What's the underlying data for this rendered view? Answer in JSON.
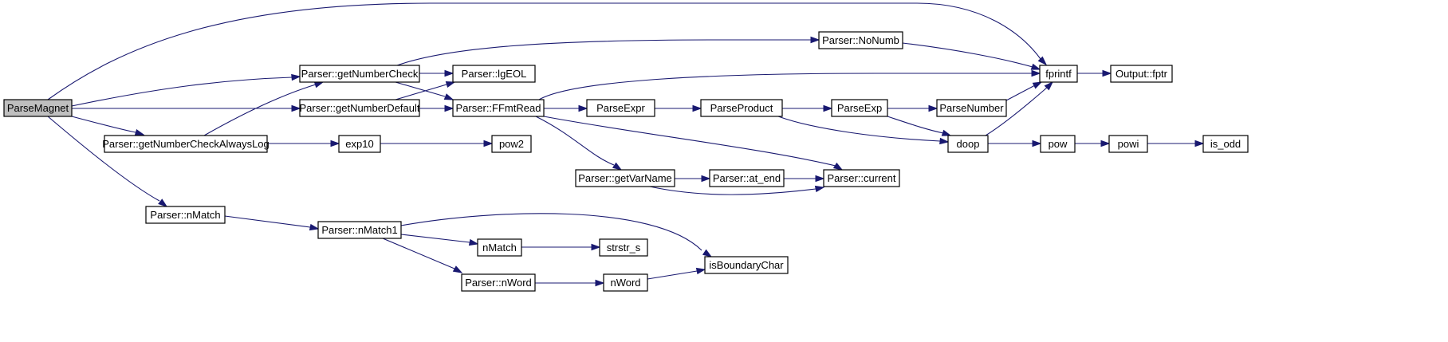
{
  "diagram": {
    "type": "call-graph",
    "colors": {
      "edge": "#191970",
      "node_border": "#000000",
      "node_fill": "#ffffff",
      "root_fill": "#bfbfbf"
    },
    "nodes": [
      {
        "id": "ParseMagnet",
        "label": "ParseMagnet",
        "root": true
      },
      {
        "id": "getNumberCheck",
        "label": "Parser::getNumberCheck"
      },
      {
        "id": "getNumberDefault",
        "label": "Parser::getNumberDefault"
      },
      {
        "id": "getNumberCheckAlwaysLog",
        "label": "Parser::getNumberCheckAlwaysLog"
      },
      {
        "id": "nMatchP",
        "label": "Parser::nMatch"
      },
      {
        "id": "NoNumb",
        "label": "Parser::NoNumb"
      },
      {
        "id": "lgEOL",
        "label": "Parser::lgEOL"
      },
      {
        "id": "FFmtRead",
        "label": "Parser::FFmtRead"
      },
      {
        "id": "exp10",
        "label": "exp10"
      },
      {
        "id": "pow2",
        "label": "pow2"
      },
      {
        "id": "ParseExpr",
        "label": "ParseExpr"
      },
      {
        "id": "ParseProduct",
        "label": "ParseProduct"
      },
      {
        "id": "ParseExp",
        "label": "ParseExp"
      },
      {
        "id": "ParseNumber",
        "label": "ParseNumber"
      },
      {
        "id": "fprintf",
        "label": "fprintf"
      },
      {
        "id": "fptr",
        "label": "Output::fptr"
      },
      {
        "id": "doop",
        "label": "doop"
      },
      {
        "id": "pow",
        "label": "pow"
      },
      {
        "id": "powi",
        "label": "powi"
      },
      {
        "id": "is_odd",
        "label": "is_odd"
      },
      {
        "id": "getVarName",
        "label": "Parser::getVarName"
      },
      {
        "id": "at_end",
        "label": "Parser::at_end"
      },
      {
        "id": "current",
        "label": "Parser::current"
      },
      {
        "id": "nMatch1",
        "label": "Parser::nMatch1"
      },
      {
        "id": "nMatch",
        "label": "nMatch"
      },
      {
        "id": "strstr_s",
        "label": "strstr_s"
      },
      {
        "id": "isBoundaryChar",
        "label": "isBoundaryChar"
      },
      {
        "id": "nWordP",
        "label": "Parser::nWord"
      },
      {
        "id": "nWord",
        "label": "nWord"
      }
    ],
    "edges": [
      {
        "from": "ParseMagnet",
        "to": "fprintf"
      },
      {
        "from": "ParseMagnet",
        "to": "getNumberCheck"
      },
      {
        "from": "ParseMagnet",
        "to": "getNumberDefault"
      },
      {
        "from": "ParseMagnet",
        "to": "getNumberCheckAlwaysLog"
      },
      {
        "from": "ParseMagnet",
        "to": "nMatchP"
      },
      {
        "from": "getNumberCheck",
        "to": "NoNumb"
      },
      {
        "from": "getNumberCheck",
        "to": "lgEOL"
      },
      {
        "from": "getNumberCheck",
        "to": "FFmtRead"
      },
      {
        "from": "getNumberDefault",
        "to": "lgEOL"
      },
      {
        "from": "getNumberDefault",
        "to": "FFmtRead"
      },
      {
        "from": "getNumberCheckAlwaysLog",
        "to": "getNumberCheck"
      },
      {
        "from": "getNumberCheckAlwaysLog",
        "to": "exp10"
      },
      {
        "from": "exp10",
        "to": "pow2"
      },
      {
        "from": "NoNumb",
        "to": "fprintf"
      },
      {
        "from": "FFmtRead",
        "to": "fprintf"
      },
      {
        "from": "FFmtRead",
        "to": "ParseExpr"
      },
      {
        "from": "FFmtRead",
        "to": "getVarName"
      },
      {
        "from": "FFmtRead",
        "to": "current"
      },
      {
        "from": "ParseExpr",
        "to": "ParseProduct"
      },
      {
        "from": "ParseProduct",
        "to": "ParseExp"
      },
      {
        "from": "ParseProduct",
        "to": "doop"
      },
      {
        "from": "ParseExp",
        "to": "ParseNumber"
      },
      {
        "from": "ParseExp",
        "to": "doop"
      },
      {
        "from": "ParseNumber",
        "to": "fprintf"
      },
      {
        "from": "doop",
        "to": "fprintf"
      },
      {
        "from": "doop",
        "to": "pow"
      },
      {
        "from": "pow",
        "to": "powi"
      },
      {
        "from": "powi",
        "to": "is_odd"
      },
      {
        "from": "fprintf",
        "to": "fptr"
      },
      {
        "from": "getVarName",
        "to": "at_end"
      },
      {
        "from": "getVarName",
        "to": "current"
      },
      {
        "from": "at_end",
        "to": "current"
      },
      {
        "from": "nMatchP",
        "to": "nMatch1"
      },
      {
        "from": "nMatch1",
        "to": "isBoundaryChar"
      },
      {
        "from": "nMatch1",
        "to": "nMatch"
      },
      {
        "from": "nMatch1",
        "to": "nWordP"
      },
      {
        "from": "nMatch",
        "to": "strstr_s"
      },
      {
        "from": "nWordP",
        "to": "nWord"
      },
      {
        "from": "nWord",
        "to": "isBoundaryChar"
      }
    ]
  }
}
